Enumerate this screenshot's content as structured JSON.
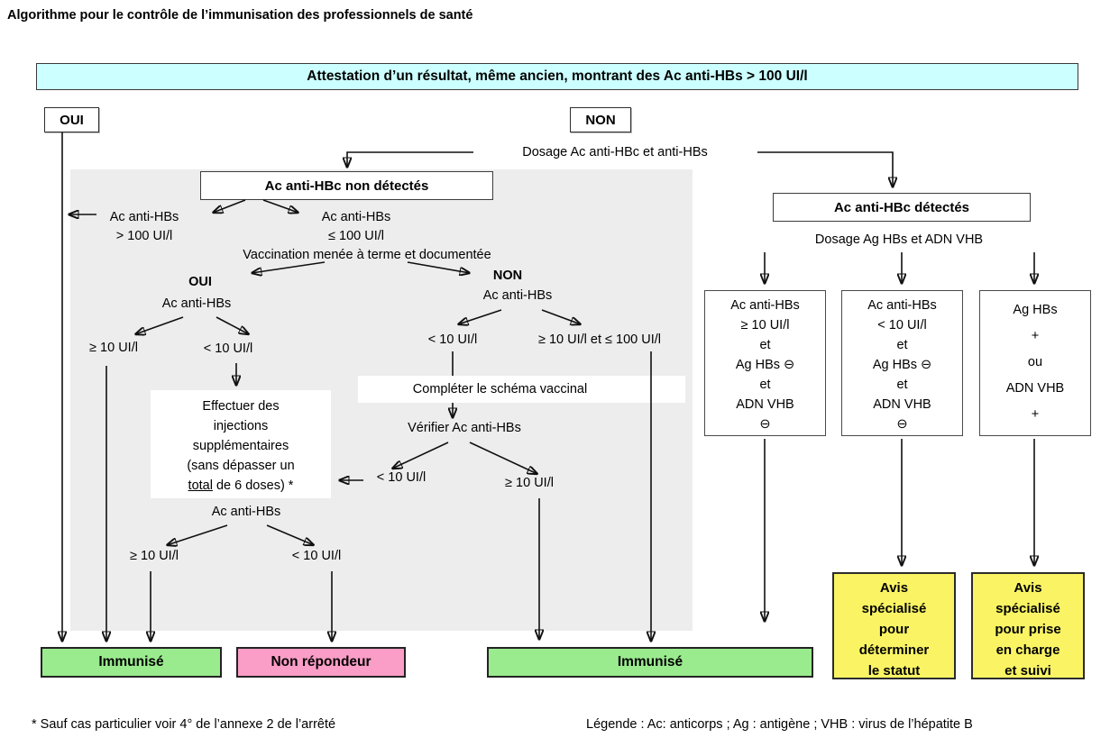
{
  "title": "Algorithme pour le contrôle de l’immunisation des professionnels de santé",
  "banner": "Attestation d’un résultat, même ancien, montrant des Ac anti-HBs > 100 UI/l",
  "oui_box": "OUI",
  "non_box": "NON",
  "dosage_achbc_achbs": "Dosage Ac anti-HBc et anti-HBs",
  "nd": {
    "header": "Ac anti-HBc non détectés",
    "gt100_l1": "Ac anti-HBs",
    "gt100_l2": "> 100 UI/l",
    "le100_l1": "Ac anti-HBs",
    "le100_l2": "≤ 100 UI/l",
    "vacc": "Vaccination menée à terme et documentée",
    "oui": "OUI",
    "non": "NON",
    "oui_achbs": "Ac anti-HBs",
    "oui_ge10": "≥ 10 UI/l",
    "oui_lt10": "< 10 UI/l",
    "inj_l1": "Effectuer des",
    "inj_l2": "injections",
    "inj_l3": "supplémentaires",
    "inj_l4": "(sans dépasser un",
    "inj_l5a": "total",
    "inj_l5b": " de 6 doses) *",
    "inj_achbs": "Ac anti-HBs",
    "inj_ge10": "≥ 10 UI/l",
    "inj_lt10": "< 10 UI/l",
    "non_achbs": "Ac anti-HBs",
    "non_lt10": "< 10 UI/l",
    "non_ge10_le100": "≥ 10 UI/l et ≤ 100 UI/l",
    "completer": "Compléter le schéma vaccinal",
    "verifier": "Vérifier Ac anti-HBs",
    "ver_lt10": "< 10 UI/l",
    "ver_ge10": "≥ 10 UI/l"
  },
  "det": {
    "header": "Ac anti-HBc détectés",
    "dosage": "Dosage Ag HBs et ADN VHB",
    "box1": [
      "Ac anti-HBs",
      "≥ 10 UI/l",
      "et",
      "Ag HBs ⊖",
      "et",
      "ADN VHB",
      "⊖"
    ],
    "box2": [
      "Ac anti-HBs",
      "< 10 UI/l",
      "et",
      "Ag HBs ⊖",
      "et",
      "ADN VHB",
      "⊖"
    ],
    "box3": [
      "Ag HBs",
      "+",
      "ou",
      "ADN VHB",
      "+"
    ]
  },
  "outcomes": {
    "immunise_left": "Immunisé",
    "non_repondeur": "Non répondeur",
    "immunise_mid": "Immunisé",
    "avis1": [
      "Avis",
      "spécialisé",
      "pour",
      "déterminer",
      "le statut"
    ],
    "avis2": [
      "Avis",
      "spécialisé",
      "pour prise",
      "en charge",
      "et suivi"
    ]
  },
  "footnote": "* Sauf cas particulier voir  4° de l’annexe 2 de l’arrêté",
  "legend": "Légende : Ac: anticorps ; Ag : antigène ; VHB : virus de l’hépatite B",
  "colors": {
    "banner_cyan": "#ccffff",
    "immunise_green": "#9aeb8e",
    "non_repondeur_pink": "#fa9dc7",
    "avis_yellow": "#faf464",
    "panel_gray": "#ededed"
  }
}
